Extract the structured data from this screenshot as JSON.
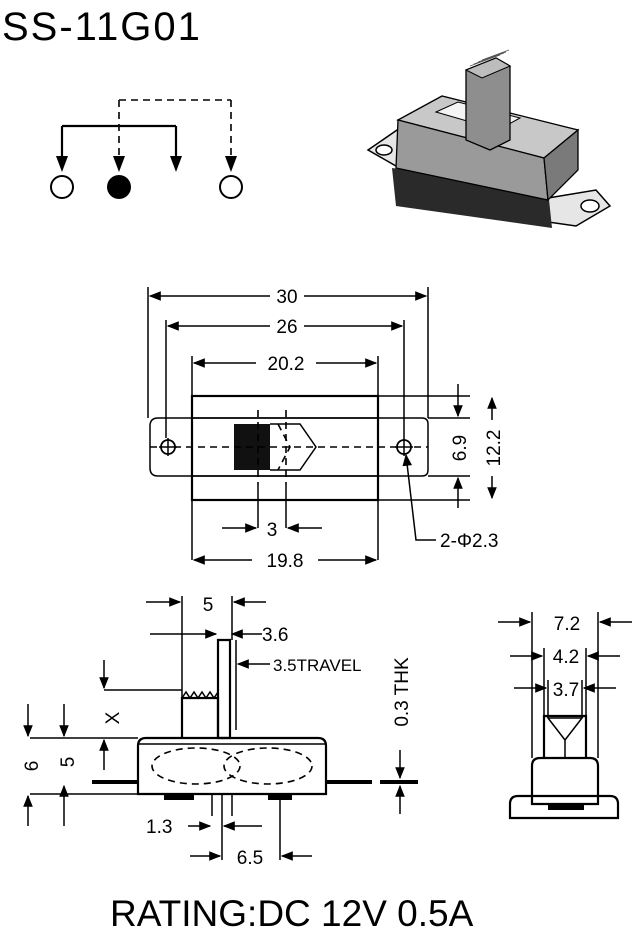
{
  "title": "SS-11G01",
  "rating": "RATING:DC 12V 0.5A",
  "colors": {
    "ink": "#000000",
    "paper": "#ffffff",
    "body_grey": "#9a9a9a",
    "body_dark": "#2a2a2a"
  },
  "top_view": {
    "dims": {
      "overall_length": "30",
      "mount_hole_spacing": "26",
      "housing_length": "20.2",
      "actuator_width": "3",
      "bottom_length": "19.8",
      "housing_width": "6.9",
      "overall_width": "12.2",
      "hole_callout": "2-Φ2.3"
    }
  },
  "side_view": {
    "dims": {
      "actuator_total": "5",
      "actuator_thickness": "3.6",
      "travel": "3.5TRAVEL",
      "height_x": "X",
      "height_6": "6",
      "height_5": "5",
      "plate_thickness": "0.3 THK",
      "pin_offset": "1.3",
      "pin_pitch": "6.5"
    }
  },
  "end_view": {
    "dims": {
      "width_outer": "7.2",
      "width_mid": "4.2",
      "width_inner": "3.7"
    }
  }
}
